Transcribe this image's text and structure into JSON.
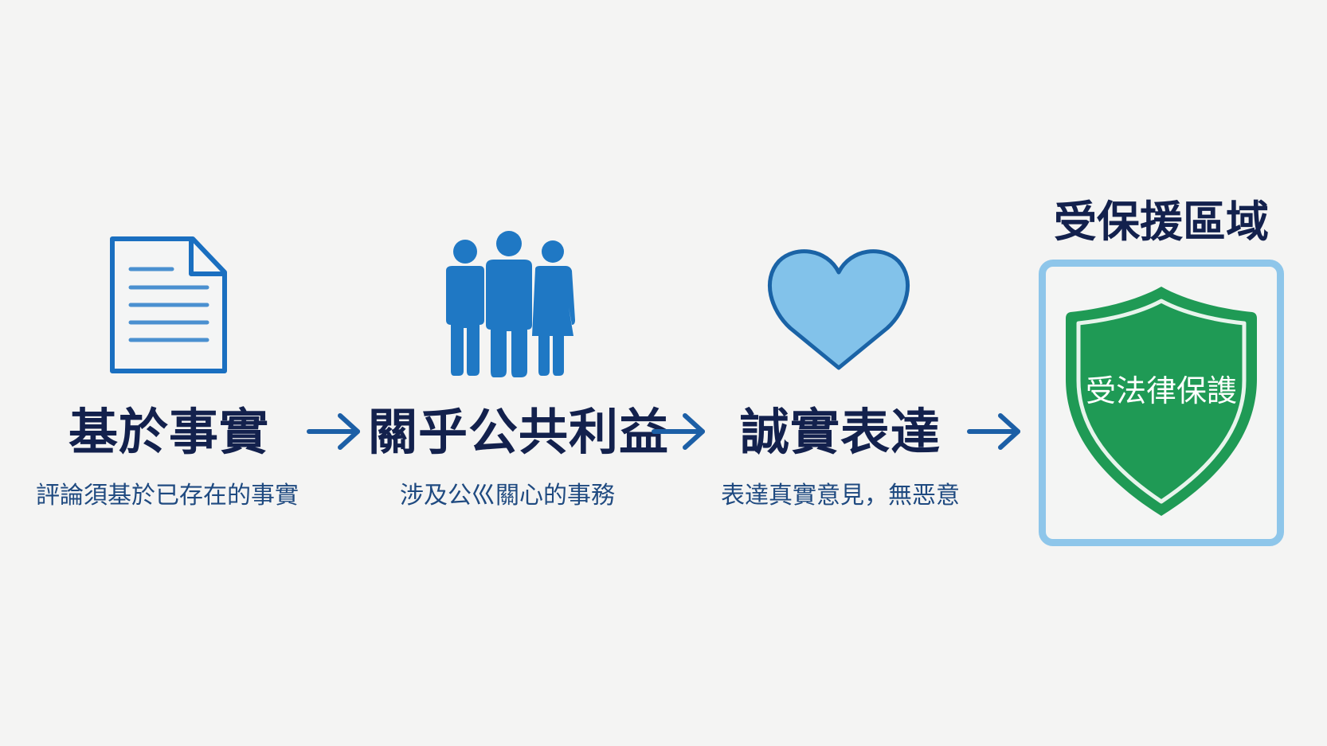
{
  "colors": {
    "background": "#f4f4f3",
    "title_text": "#13214d",
    "subtitle_text": "#1f4a80",
    "icon_blue": "#1f78c4",
    "icon_outline": "#1a6fc0",
    "doc_lines": "#4a90d0",
    "heart_fill": "#82c2ea",
    "heart_stroke": "#1a63a6",
    "arrow": "#1c5fa6",
    "zone_border": "#8ec6ea",
    "shield_green": "#1f9a55",
    "shield_inner_line": "#e8f4ec"
  },
  "steps": [
    {
      "icon": "document-icon",
      "title": "基於事實",
      "subtitle": "評論須基於已存在的事實"
    },
    {
      "icon": "people-group-icon",
      "title": "關乎公共利益",
      "subtitle": "涉及公巛關心的事務"
    },
    {
      "icon": "heart-icon",
      "title": "誠實表達",
      "subtitle": "表達真實意見，無恶意"
    }
  ],
  "arrows": [
    "right-arrow-icon",
    "right-arrow-icon",
    "right-arrow-icon"
  ],
  "zone": {
    "heading": "受保援區域",
    "icon": "shield-icon",
    "shield_label": "受法律保謢"
  }
}
